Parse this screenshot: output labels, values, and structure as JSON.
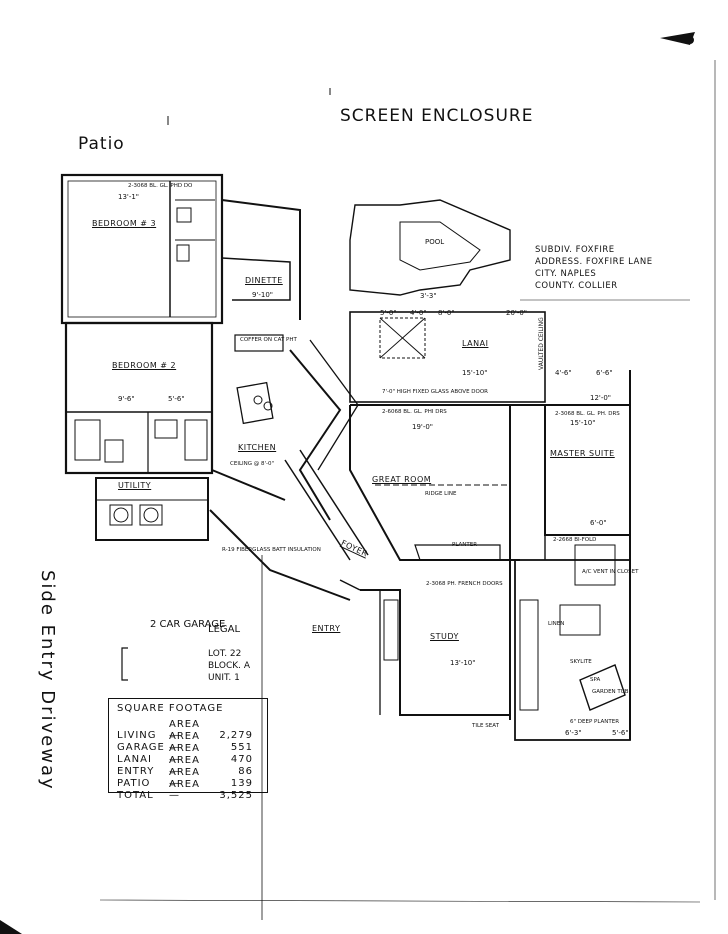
{
  "labels": {
    "screen_enclosure": "SCREEN ENCLOSURE",
    "patio": "Patio",
    "side_entry_driveway": "Side Entry Driveway",
    "pool": "POOL"
  },
  "property": {
    "subdiv": "SUBDIV. FOXFIRE",
    "address": "ADDRESS. FOXFIRE LANE",
    "city": "CITY.  NAPLES",
    "county": "COUNTY. COLLIER"
  },
  "rooms": {
    "bedroom3": "BEDROOM # 3",
    "bedroom2": "BEDROOM # 2",
    "dinette": "DINETTE",
    "kitchen": "KITCHEN",
    "lanai": "LANAI",
    "great_room": "GREAT ROOM",
    "master_suite": "MASTER SUITE",
    "utility": "UTILITY",
    "foyer": "FOYER",
    "entry": "ENTRY",
    "study": "STUDY",
    "planter": "PLANTER",
    "garage": "2 CAR GARAGE",
    "legal": "LEGAL"
  },
  "legal": {
    "lot": "LOT. 22",
    "block": "BLOCK. A",
    "unit": "UNIT. 1"
  },
  "dimensions": {
    "bed3_w": "13'-1\"",
    "bed2_a": "9'-6\"",
    "bed2_b": "5'-6\"",
    "dinette": "9'-10\"",
    "lanai_top": "20'-0\"",
    "lanai_len": "15'-10\"",
    "great_room": "19'-0\"",
    "master": "15'-10\"",
    "master_b": "6'-0\"",
    "master_c": "4'-6\"",
    "study": "13'-10\"",
    "patio_a": "3'-3\"",
    "dim_6_6": "6'-6\"",
    "dim_5_0": "5'-0\"",
    "dim_4_0": "4'-0\"",
    "dim_8_0": "8'-0\"",
    "dim_12_0": "12'-0\"",
    "dim_6_3": "6'-3\"",
    "dim_5_6": "5'-6\""
  },
  "notes": {
    "sliding_door_1": "2-3068 BL. GL. PHD DO",
    "sliding_door_2": "2-3068 BL. GL. PH. DRS",
    "slider_lanai": "7'-0\" HIGH FIXED GLASS ABOVE DOOR",
    "slider_lanai2": "2-6068 BL. GL. PHI DRS",
    "french_doors": "2-3068 PH. FRENCH DOORS",
    "tile_seat": "TILE SEAT",
    "deep_planter": "6\" DEEP PLANTER",
    "coffer": "COFFER ON CAT PHT",
    "ceiling": "CEILING @ 8'-0\"",
    "batt": "R-19 FIBERGLASS BATT INSULATION",
    "bridge_line": "RIDGE LINE",
    "vaulted": "VAULTED CEILING",
    "double_bifold": "2-2668 BI-FOLD",
    "ac_vent": "A/C VENT IN CLOSET",
    "skylite": "SKYLITE",
    "linen": "LINEN",
    "garden_tub": "GARDEN TUB",
    "spa": "SPA"
  },
  "square_footage": {
    "title": "SQUARE  FOOTAGE",
    "rows": [
      {
        "label": "LIVING",
        "area": "AREA —",
        "value": "2,279"
      },
      {
        "label": "GARAGE",
        "area": "AREA —",
        "value": "551"
      },
      {
        "label": "LANAI",
        "area": "AREA —",
        "value": "470"
      },
      {
        "label": "ENTRY",
        "area": "AREA —",
        "value": "86"
      },
      {
        "label": "PATIO",
        "area": "AREA —",
        "value": "139"
      },
      {
        "label": "TOTAL",
        "area": "AREA —",
        "value": "3,525"
      }
    ]
  },
  "colors": {
    "ink": "#111111",
    "paper": "#ffffff"
  }
}
